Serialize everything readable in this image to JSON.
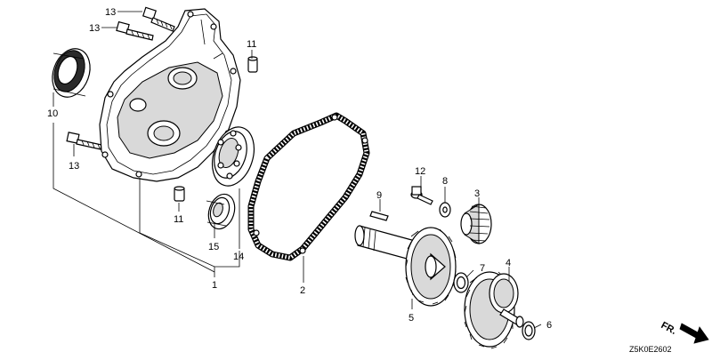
{
  "diagram": {
    "code": "Z5K0E2602",
    "direction_label": "FR.",
    "callouts": {
      "p13a": "13",
      "p13b": "13",
      "p13c": "13",
      "p11a": "11",
      "p11b": "11",
      "p10": "10",
      "p15": "15",
      "p14": "14",
      "p1": "1",
      "p2": "2",
      "p12": "12",
      "p8": "8",
      "p9": "9",
      "p3": "3",
      "p7": "7",
      "p4": "4",
      "p5": "5",
      "p6": "6"
    }
  }
}
